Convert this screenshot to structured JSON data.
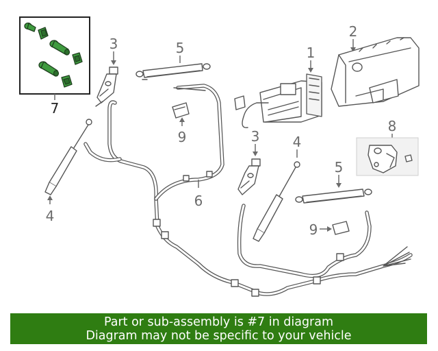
{
  "callouts": {
    "c1": "1",
    "c2": "2",
    "c3a": "3",
    "c3b": "3",
    "c4a": "4",
    "c4b": "4",
    "c5a": "5",
    "c5b": "5",
    "c6": "6",
    "c7": "7",
    "c8": "8",
    "c9a": "9",
    "c9b": "9"
  },
  "colors": {
    "highlight_part": "#3f9b3f",
    "banner_background": "#2f7d12",
    "banner_text": "#ffffff"
  },
  "banner": {
    "line1": "Part or sub-assembly is #7 in diagram",
    "line2": "Diagram may not be specific to your vehicle"
  }
}
